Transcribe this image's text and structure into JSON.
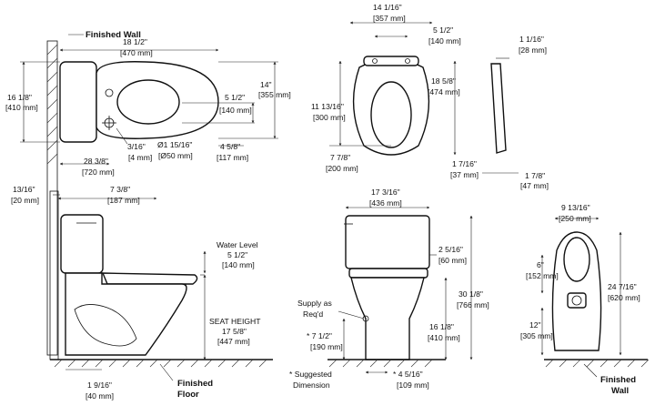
{
  "views": {
    "top": {
      "finished_wall": "Finished Wall",
      "d1": [
        "18 1/2\"",
        "[470 mm]"
      ],
      "d2": [
        "14\"",
        "[355 mm]"
      ],
      "d3": [
        "16 1/8\"",
        "[410 mm]"
      ],
      "d4": [
        "5 1/2\"",
        "[140 mm]"
      ],
      "d5": [
        "3/16\"",
        "[4 mm]"
      ],
      "d6": [
        "Ø1 15/16\"",
        "[Ø50 mm]"
      ],
      "d7": [
        "4 5/8\"",
        "[117 mm]"
      ],
      "d8": [
        "28 3/8\"",
        "[720 mm]"
      ]
    },
    "seat": {
      "d1": [
        "14 1/16\"",
        "[357 mm]"
      ],
      "d2": [
        "5 1/2\"",
        "[140 mm]"
      ],
      "d3": [
        "18 5/8\"",
        "[474 mm]"
      ],
      "d4": [
        "11 13/16\"",
        "[300 mm]"
      ],
      "d5": [
        "7 7/8\"",
        "[200 mm]"
      ],
      "d6": [
        "1 1/16\"",
        "[28 mm]"
      ],
      "d7": [
        "1 7/16\"",
        "[37 mm]"
      ],
      "d8": [
        "1 7/8\"",
        "[47 mm]"
      ]
    },
    "side": {
      "d1": [
        "13/16\"",
        "[20 mm]"
      ],
      "d2": [
        "7 3/8\"",
        "[187 mm]"
      ],
      "water_level": "Water Level",
      "d3": [
        "5 1/2\"",
        "[140 mm]"
      ],
      "seat_height": "SEAT HEIGHT",
      "d4": [
        "17 5/8\"",
        "[447 mm]"
      ],
      "d5": [
        "1 9/16\"",
        "[40 mm]"
      ],
      "finished_floor": [
        "Finished",
        "Floor"
      ]
    },
    "front": {
      "d1": [
        "17 3/16\"",
        "[436 mm]"
      ],
      "d2": [
        "2 5/16\"",
        "[60 mm]"
      ],
      "d3": [
        "30 1/8\"",
        "[766 mm]"
      ],
      "d4": [
        "16 1/8\"",
        "[410 mm]"
      ],
      "supply": [
        "Supply as",
        "Req'd"
      ],
      "d5": [
        "* 7 1/2\"",
        "[190 mm]"
      ],
      "suggested": [
        "* Suggested",
        "Dimension"
      ],
      "d6": [
        "* 4 5/16\"",
        "[109 mm]"
      ]
    },
    "rough": {
      "d1": [
        "9 13/16\"",
        "[250 mm]"
      ],
      "d2": [
        "6\"",
        "[152 mm]"
      ],
      "d3": [
        "24 7/16\"",
        "[620 mm]"
      ],
      "d4": [
        "12\"",
        "[305 mm]"
      ],
      "finished_wall": [
        "Finished",
        "Wall"
      ]
    }
  }
}
